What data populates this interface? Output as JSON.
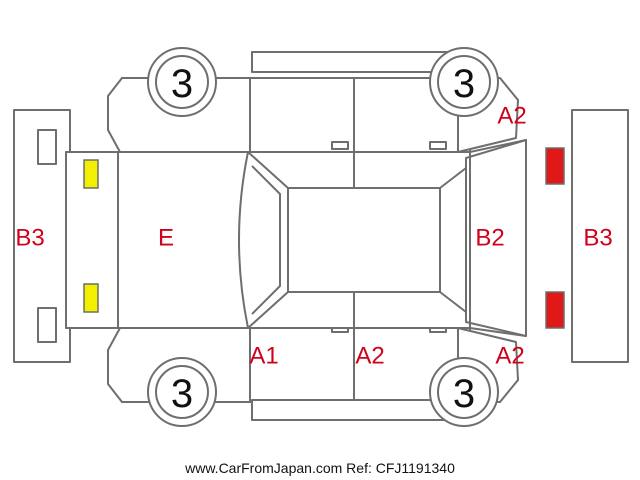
{
  "colors": {
    "outline": "#6e6e6e",
    "label_red": "#d0021b",
    "front_lamps_yellow": "#f2ef00",
    "rear_lamps_red": "#e01818"
  },
  "tires": {
    "front_left": "3",
    "rear_left": "3",
    "front_right": "3",
    "rear_right": "3"
  },
  "damage_codes": {
    "hood": "E",
    "front_bumper": "B3",
    "rear_bumper": "B3",
    "trunk": "B2",
    "right_rear_fender": "A2",
    "left_front_door": "A1",
    "left_rear_door": "A2",
    "left_rear_fender": "A2"
  },
  "footer": "www.CarFromJapan.com Ref: CFJ1191340"
}
